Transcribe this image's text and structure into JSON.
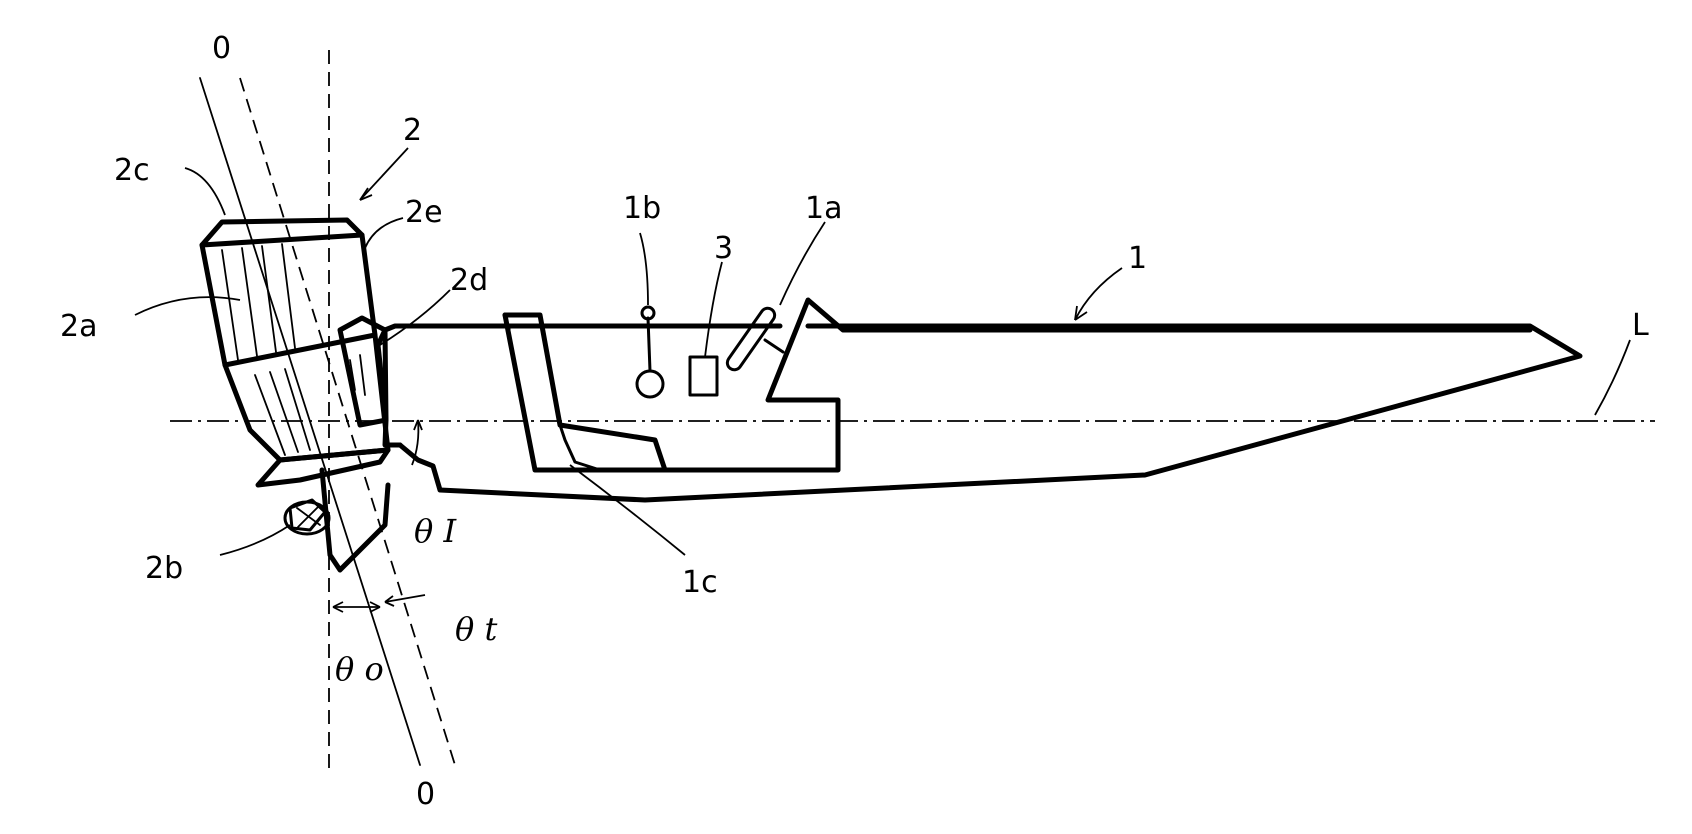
{
  "figure": {
    "labels": {
      "axis_top": "0",
      "axis_bottom": "0",
      "motor": "2",
      "motor_cover_top": "2c",
      "motor_upper_front": "2e",
      "motor_bracket": "2d",
      "motor_cowling": "2a",
      "propeller": "2b",
      "hull": "1",
      "steering_wheel": "1a",
      "lever": "1b",
      "controller": "3",
      "seat": "1c",
      "waterline": "L",
      "angle_inclination": "θ I",
      "angle_trim": "θ t",
      "angle_offset": "θ o"
    }
  }
}
